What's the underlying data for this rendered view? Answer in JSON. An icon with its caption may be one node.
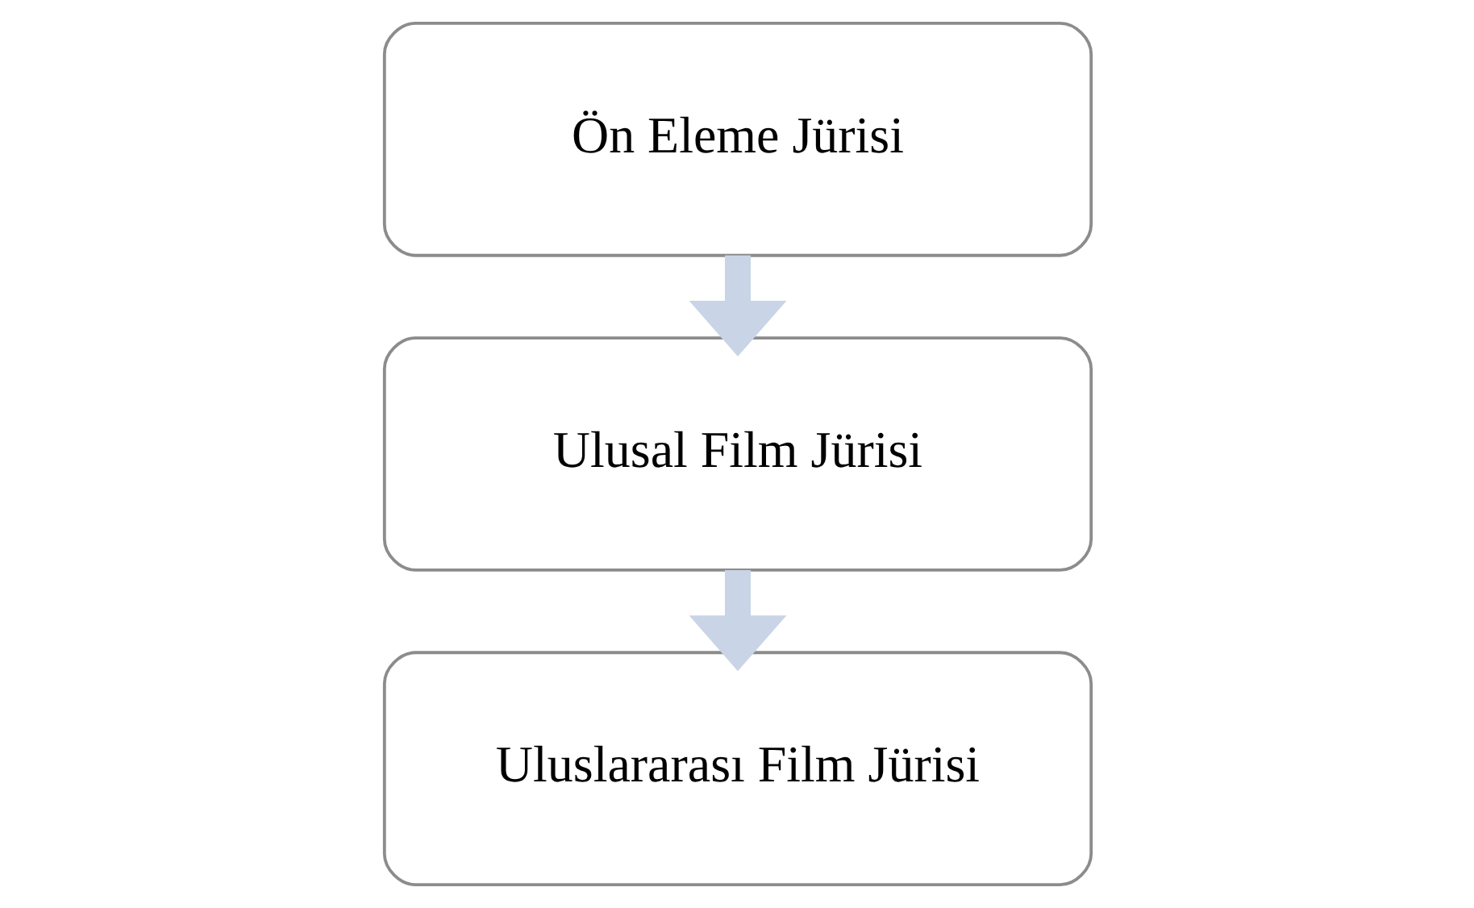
{
  "diagram": {
    "nodes": [
      {
        "text": [
          "Ön Eleme Jürisi"
        ]
      },
      {
        "text": [
          "Ulusal Film Jürisi"
        ]
      },
      {
        "text": [
          "Uluslararası Film Jürisi"
        ]
      }
    ],
    "edges": [
      {
        "from": 0,
        "to": 1,
        "arrow": "to"
      },
      {
        "from": 1,
        "to": 2,
        "arrow": "to"
      }
    ]
  }
}
